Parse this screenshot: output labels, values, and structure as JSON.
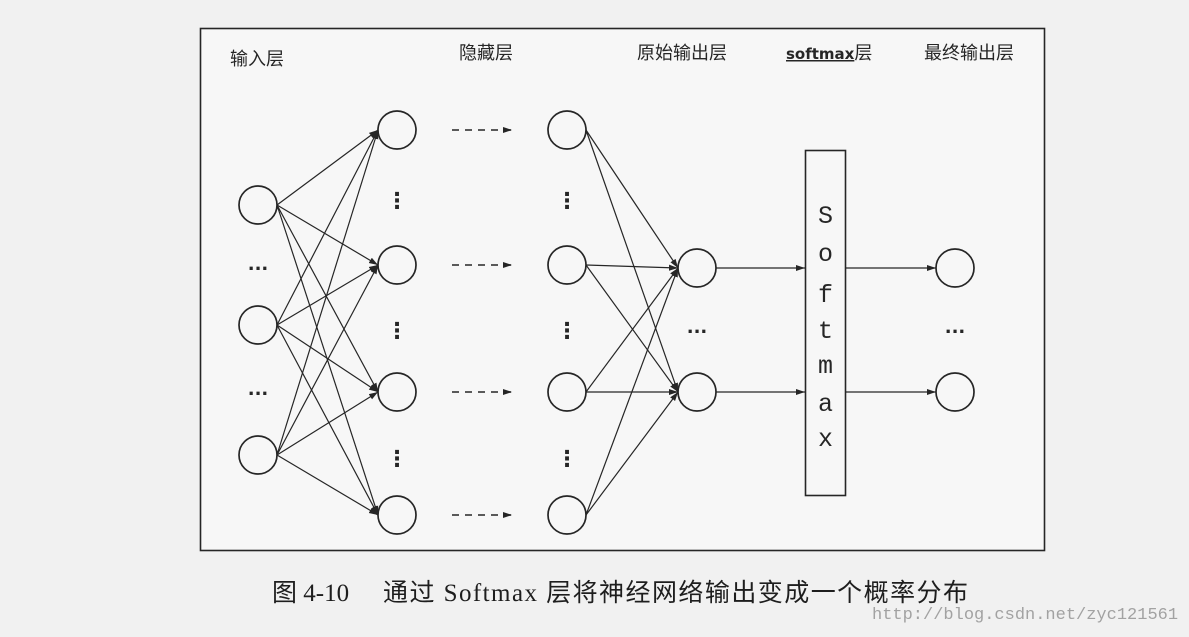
{
  "layer_labels": {
    "input": "输入层",
    "hidden": "隐藏层",
    "raw_output": "原始输出层",
    "softmax_name": "softmax",
    "softmax_suffix": "层",
    "final_output": "最终输出层"
  },
  "softmax_box": {
    "letters": [
      "S",
      "o",
      "f",
      "t",
      "m",
      "a",
      "x"
    ]
  },
  "ellipsis": {
    "horizontal": "...",
    "vertical": "⋮"
  },
  "caption": {
    "figure_number": "图 4-10",
    "title": "通过 Softmax 层将神经网络输出变成一个概率分布"
  },
  "watermark": "http://blog.csdn.net/zyc121561",
  "colors": {
    "ink": "#262626",
    "paper": "#f1f1f1",
    "frame": "#f7f7f7",
    "watermark": "#a2a2a2"
  }
}
